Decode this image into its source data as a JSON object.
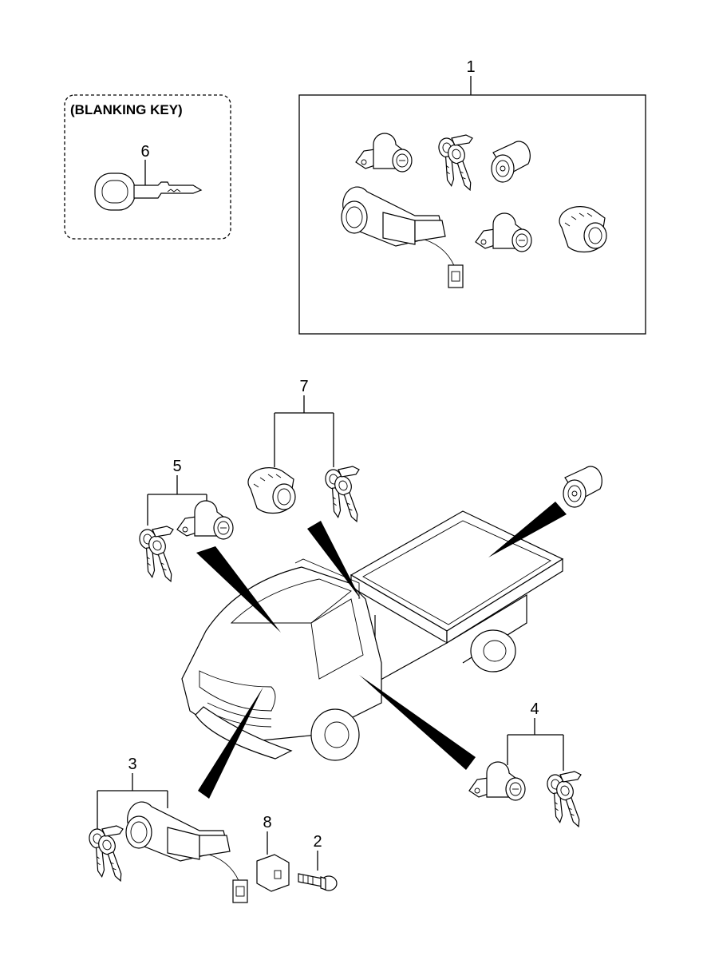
{
  "blanking_key_box": {
    "title": "(BLANKING KEY)"
  },
  "callouts": [
    {
      "id": "c1",
      "text": "1"
    },
    {
      "id": "c2",
      "text": "2"
    },
    {
      "id": "c3",
      "text": "3"
    },
    {
      "id": "c4",
      "text": "4"
    },
    {
      "id": "c5",
      "text": "5"
    },
    {
      "id": "c6",
      "text": "6"
    },
    {
      "id": "c7",
      "text": "7"
    },
    {
      "id": "c8",
      "text": "8"
    }
  ],
  "icons": {
    "key": "key-icon",
    "lock_cylinder": "lock-cylinder-icon",
    "ignition_switch": "ignition-switch-icon",
    "fuel_cap": "fuel-cap-lock-icon",
    "truck": "truck-icon"
  }
}
